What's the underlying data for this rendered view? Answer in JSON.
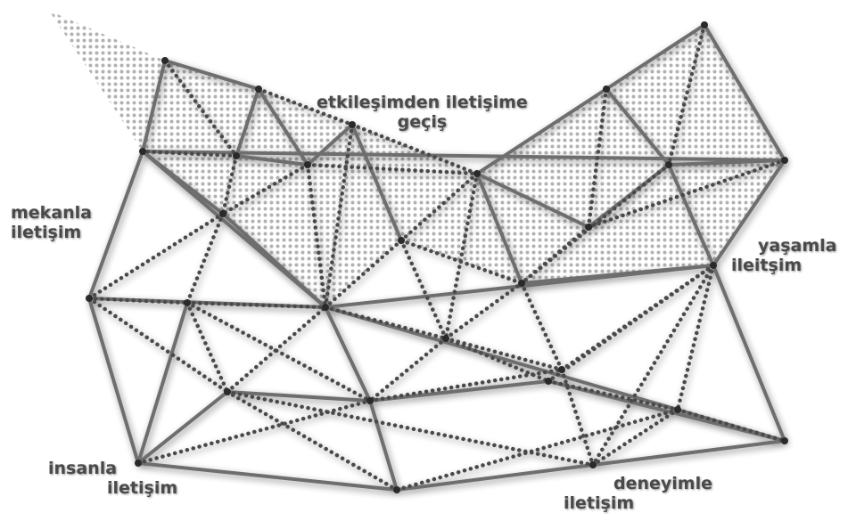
{
  "labels": {
    "top": {
      "line1": "etkileşimden iletişime",
      "line2": "geçiş"
    },
    "left": {
      "line1": "mekanla",
      "line2": "iletişim"
    },
    "right": {
      "line1": "yaşamla",
      "line2": "ileitşim"
    },
    "bottom_left": {
      "line1": "insanla",
      "line2": "iletişim"
    },
    "bottom_right": {
      "line1": "deneyimle",
      "line2": "iletişim"
    }
  },
  "colors": {
    "solid_line": "#6e6e6e",
    "dotted_line": "#4a4a4a",
    "node": "#2a2a2a",
    "shaded_region_dots": "#a9a9a9",
    "label_text": "#4a4a4a"
  }
}
